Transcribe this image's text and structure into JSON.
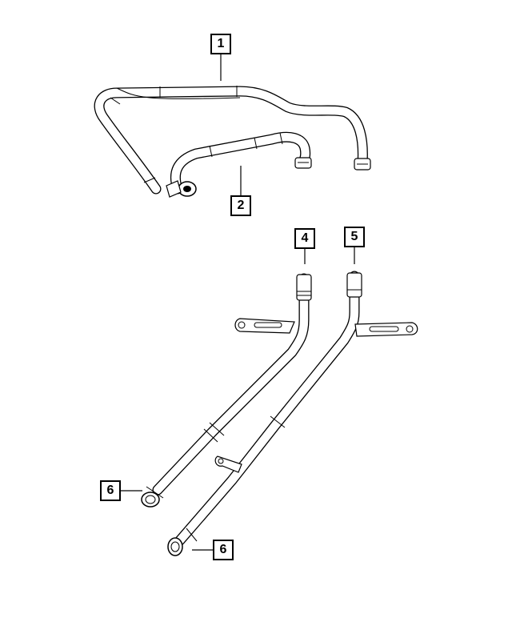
{
  "callouts": [
    {
      "id": "1",
      "label": "1"
    },
    {
      "id": "2",
      "label": "2"
    },
    {
      "id": "4",
      "label": "4"
    },
    {
      "id": "5",
      "label": "5"
    },
    {
      "id": "6a",
      "label": "6"
    },
    {
      "id": "6b",
      "label": "6"
    }
  ]
}
